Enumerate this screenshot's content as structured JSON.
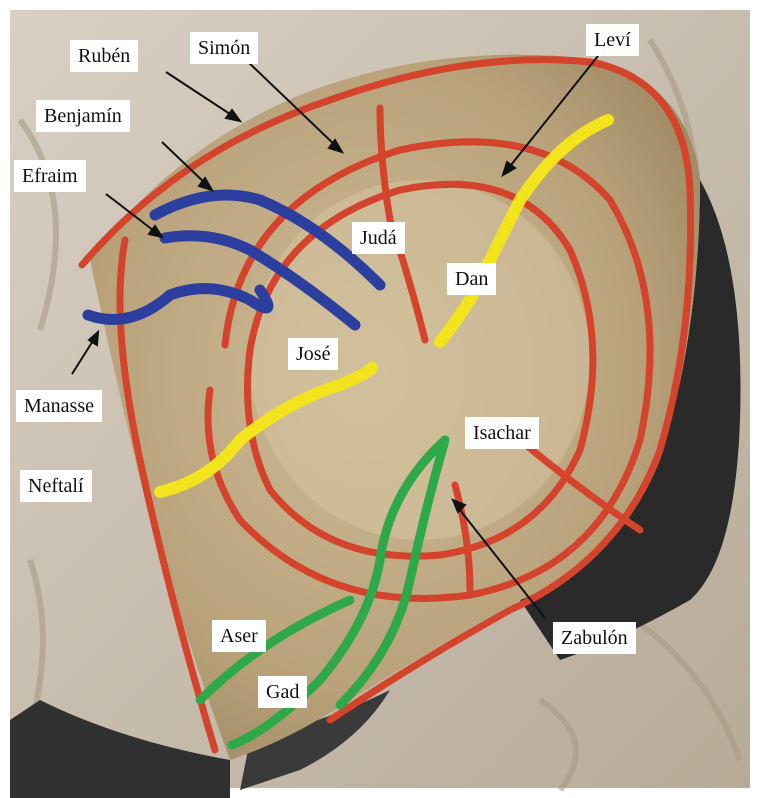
{
  "labels": {
    "ruben": "Rubén",
    "simon": "Simón",
    "levi": "Leví",
    "benjamin": "Benjamín",
    "efraim": "Efraim",
    "juda": "Judá",
    "dan": "Dan",
    "jose": "José",
    "manasse": "Manasse",
    "isachar": "Isachar",
    "neftali": "Neftalí",
    "aser": "Aser",
    "zabulon": "Zabulón",
    "gad": "Gad"
  },
  "colors": {
    "red_lines": "#d4432c",
    "blue_lines": "#2c3e9e",
    "yellow_lines": "#f2e51e",
    "green_lines": "#2fa84a",
    "stone": "#c9b48e",
    "shadow": "#2a2a2a"
  }
}
